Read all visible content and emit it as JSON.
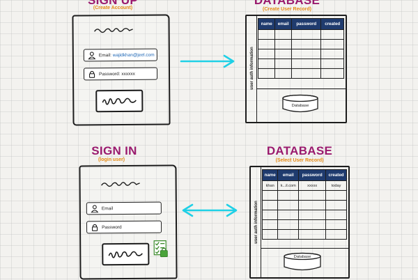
{
  "signup": {
    "title": "SIGN UP",
    "subtitle": "(Create Account)",
    "email_label": "Email:",
    "email_value": "wajidkhan@jeel.com",
    "password_label": "Password:",
    "password_value": "xxxxxx"
  },
  "db_create": {
    "title": "DATABASE",
    "subtitle": "(Create User Record)",
    "side_label": "user auth information",
    "columns": [
      "name",
      "email",
      "password",
      "created"
    ],
    "cylinder_label": "Database"
  },
  "signin": {
    "title": "SIGN IN",
    "subtitle": "(login user)",
    "email_label": "Email",
    "password_label": "Password"
  },
  "db_select": {
    "title": "DATABASE",
    "subtitle": "(Select User Record)",
    "side_label": "user auth information",
    "columns": [
      "name",
      "email",
      "password",
      "created"
    ],
    "row": [
      "khan",
      "k...il.com",
      "xxxxx",
      "today"
    ],
    "cylinder_label": "Database"
  },
  "colors": {
    "title": "#9a1a6e",
    "subtitle": "#e58a14",
    "arrow": "#1fd0e6",
    "table_header": "#1f3b6e"
  },
  "icons": [
    "user-icon",
    "lock-icon",
    "checklist-icon"
  ]
}
